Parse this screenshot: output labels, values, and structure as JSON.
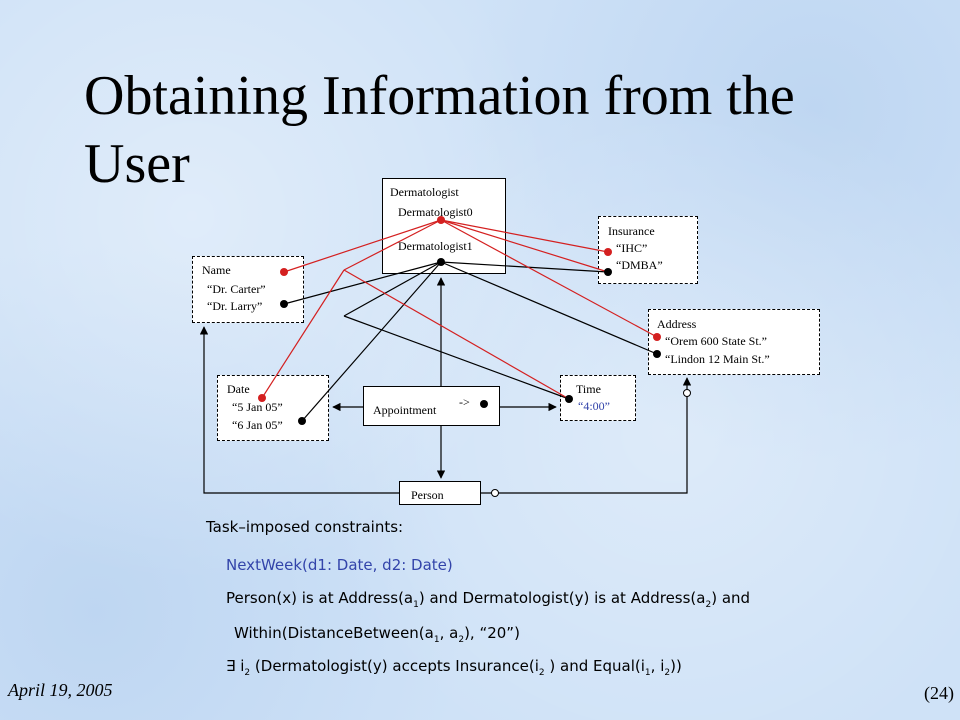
{
  "title": "Obtaining Information from the User",
  "diagram": {
    "dermatologist": {
      "label": "Dermatologist",
      "values": [
        "Dermatologist0",
        "Dermatologist1"
      ]
    },
    "insurance": {
      "label": "Insurance",
      "values": [
        "“IHC”",
        "“DMBA”"
      ]
    },
    "name": {
      "label": "Name",
      "values": [
        "“Dr. Carter”",
        "“Dr. Larry”"
      ]
    },
    "address": {
      "label": "Address",
      "values": [
        "“Orem 600 State St.”",
        "“Lindon 12 Main St.”"
      ]
    },
    "date": {
      "label": "Date",
      "values": [
        "“5 Jan 05”",
        "“6 Jan 05”"
      ]
    },
    "time": {
      "label": "Time",
      "values": [
        "“4:00”"
      ]
    },
    "appointment": {
      "label": "Appointment",
      "arrow": "->"
    },
    "person": {
      "label": "Person"
    },
    "colors": {
      "selected": "#d42020",
      "other": "#000000"
    }
  },
  "constraints": {
    "heading": "Task–imposed constraints:",
    "line1": "NextWeek(d1: Date, d2: Date)",
    "line2_a": "Person(x) is at Address(a",
    "line2_sub1": "1",
    "line2_b": ") and Dermatologist(y) is at Address(a",
    "line2_sub2": "2",
    "line2_c": ") and",
    "line3_a": "Within(DistanceBetween(a",
    "line3_sub1": "1",
    "line3_b": ", a",
    "line3_sub2": "2",
    "line3_c": "), “20”)",
    "line4_a": "∃ i",
    "line4_sub1": "2",
    "line4_b": " (Dermatologist(y) accepts Insurance(i",
    "line4_sub2": "2",
    "line4_c": " ) and Equal(i",
    "line4_sub3": "1",
    "line4_d": ", i",
    "line4_sub4": "2",
    "line4_e": "))"
  },
  "footer": {
    "date": "April 19, 2005",
    "page": "(24)"
  }
}
